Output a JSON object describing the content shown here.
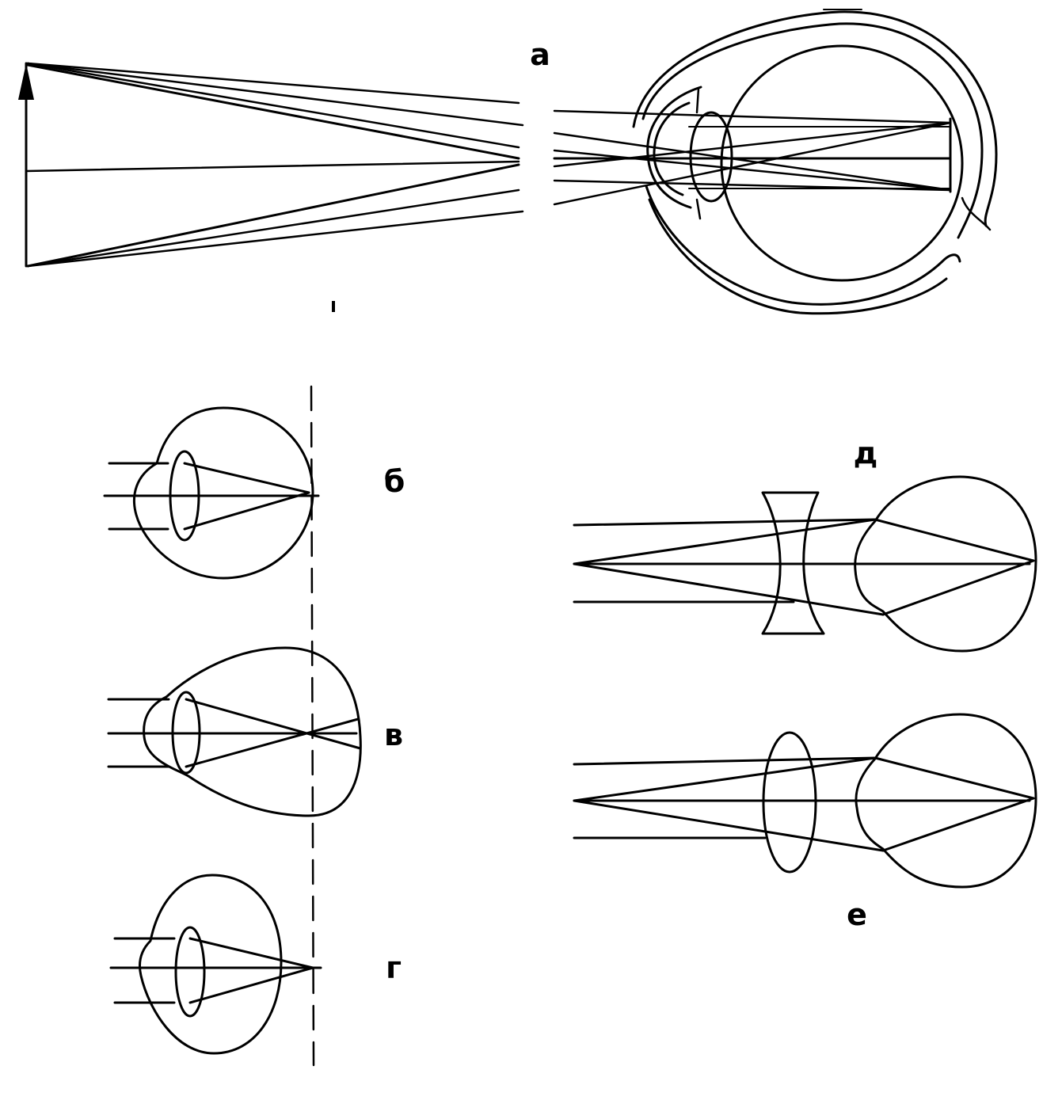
{
  "figure": {
    "panels": [
      {
        "id": "a",
        "label": "а"
      },
      {
        "id": "b",
        "label": "б"
      },
      {
        "id": "v",
        "label": "в"
      },
      {
        "id": "g",
        "label": "г"
      },
      {
        "id": "d",
        "label": "д"
      },
      {
        "id": "e",
        "label": "е"
      }
    ],
    "colors": {
      "ink": "#000000",
      "paper": "#ffffff"
    }
  }
}
